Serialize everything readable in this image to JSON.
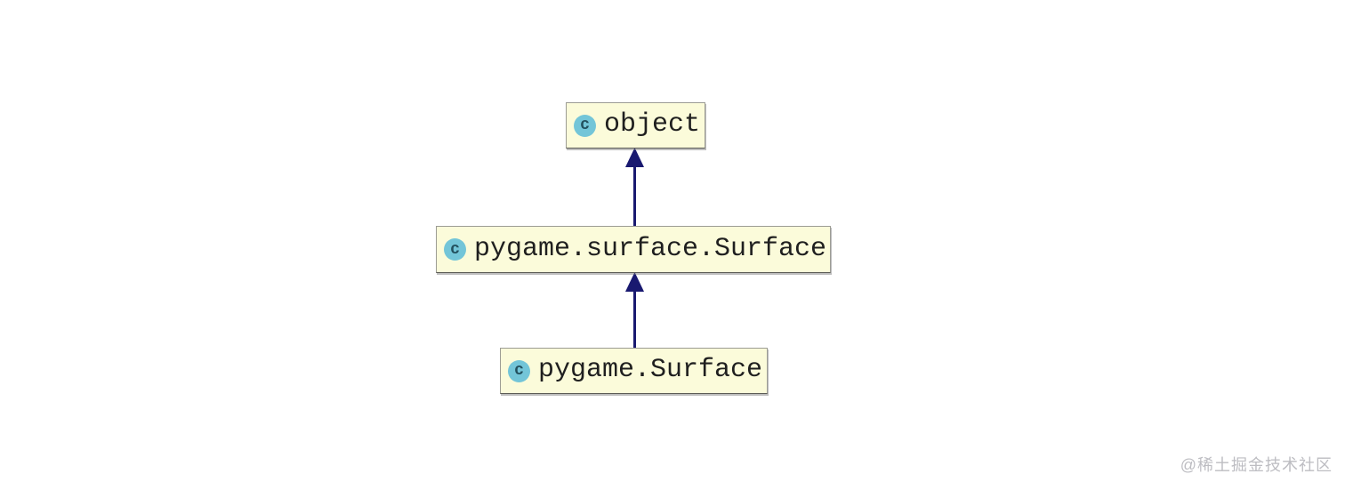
{
  "diagram": {
    "type": "class-inheritance",
    "nodes": [
      {
        "id": "object",
        "label": "object",
        "icon": "c",
        "icon_meaning": "class-icon"
      },
      {
        "id": "pygame-surface-surface",
        "label": "pygame.surface.Surface",
        "icon": "c",
        "icon_meaning": "class-icon"
      },
      {
        "id": "pygame-surface",
        "label": "pygame.Surface",
        "icon": "c",
        "icon_meaning": "class-icon"
      }
    ],
    "edges": [
      {
        "from": "pygame.surface.Surface",
        "to": "object",
        "relation": "inherits"
      },
      {
        "from": "pygame.Surface",
        "to": "pygame.surface.Surface",
        "relation": "inherits"
      }
    ],
    "colors": {
      "node_fill": "#fbfbda",
      "node_border": "#9c9c94",
      "node_text": "#1f1f1f",
      "arrow": "#191970",
      "icon_bg": "#73c5d8",
      "icon_text": "#23505e",
      "background": "#ffffff"
    }
  },
  "watermark": {
    "text": "@稀土掘金技术社区"
  }
}
